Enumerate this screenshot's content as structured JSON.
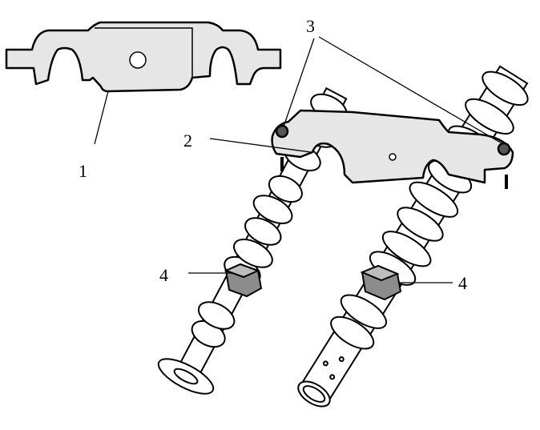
{
  "callouts": {
    "c1": "1",
    "c2": "2",
    "c3": "3",
    "c4_left": "4",
    "c4_right": "4"
  },
  "colors": {
    "line": "#000000",
    "plate": "#e6e6e6",
    "shaft": "#ffffff",
    "nut": "#8c8c8c"
  }
}
